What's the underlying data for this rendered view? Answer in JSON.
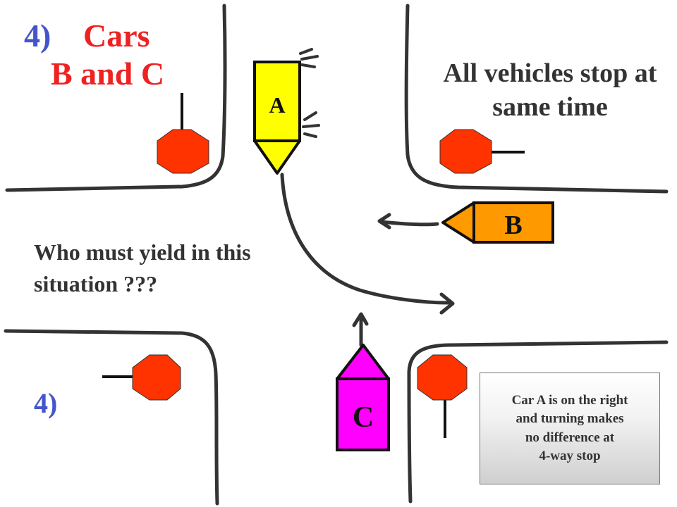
{
  "answer": {
    "number": "4)",
    "cars": "Cars",
    "which": "B and C"
  },
  "situation": "All vehicles stop at same time",
  "question": {
    "text": "Who must yield in this situation ???",
    "number": "4)"
  },
  "vehicles": {
    "a": {
      "label": "A",
      "color": "#ffff00"
    },
    "b": {
      "label": "B",
      "color": "#ff9900"
    },
    "c": {
      "label": "C",
      "color": "#ff00ff"
    }
  },
  "stop_sign_color": "#ff3300",
  "note": "Car A is on the right\nand turning makes\nno difference at\n4-way stop",
  "colors": {
    "answer_red": "#ee2222",
    "question_blue": "#4455cc",
    "road_line": "#333333"
  }
}
